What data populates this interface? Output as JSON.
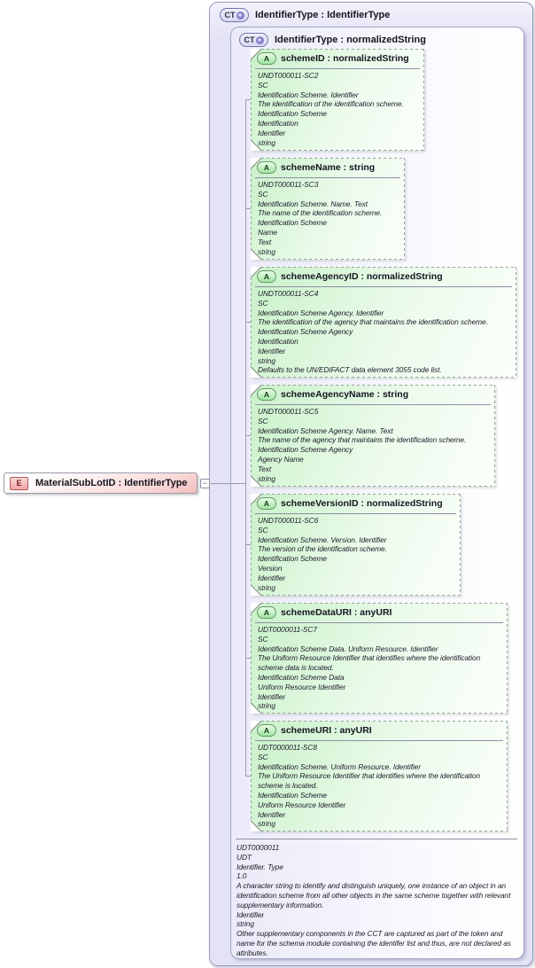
{
  "diagram": {
    "outer_type": {
      "badge": "CT",
      "expand_icon": "+",
      "title": "IdentifierType : IdentifierType"
    },
    "inner_type": {
      "badge": "CT",
      "expand_icon": "+",
      "title": "IdentifierType : normalizedString"
    },
    "element": {
      "badge": "E",
      "title": "MaterialSubLotID : IdentifierType",
      "collapse_icon": "−"
    },
    "attributes": [
      {
        "badge": "A",
        "title": "schemeID : normalizedString",
        "doc": "UNDT000011-SC2\nSC\nIdentification Scheme. Identifier\nThe identification of the identification scheme.\nIdentification Scheme\nIdentification\nIdentifier\nstring"
      },
      {
        "badge": "A",
        "title": "schemeName : string",
        "doc": "UNDT000011-SC3\nSC\nIdentification Scheme. Name. Text\nThe name of the identification scheme.\nIdentification Scheme\nName\nText\nstring"
      },
      {
        "badge": "A",
        "title": "schemeAgencyID : normalizedString",
        "doc": "UNDT000011-SC4\nSC\nIdentification Scheme Agency. Identifier\nThe identification of the agency that maintains the identification scheme.\nIdentification Scheme Agency\nIdentification\nIdentifier\nstring\nDefaults to the UN/EDIFACT data element 3055 code list."
      },
      {
        "badge": "A",
        "title": "schemeAgencyName : string",
        "doc": "UNDT000011-SC5\nSC\nIdentification Scheme Agency. Name. Text\nThe name of the agency that maintains the identification scheme.\nIdentification Scheme Agency\nAgency Name\nText\nstring"
      },
      {
        "badge": "A",
        "title": "schemeVersionID : normalizedString",
        "doc": "UNDT000011-SC6\nSC\nIdentification Scheme. Version. Identifier\nThe version of the identification scheme.\nIdentification Scheme\nVersion\nIdentifier\nstring"
      },
      {
        "badge": "A",
        "title": "schemeDataURI : anyURI",
        "doc": "UDT0000011-SC7\nSC\nIdentification Scheme Data. Uniform Resource. Identifier\nThe Uniform Resource Identifier that identifies where the identification scheme data is located.\nIdentification Scheme Data\nUniform Resource Identifier\nIdentifier\nstring"
      },
      {
        "badge": "A",
        "title": "schemeURI : anyURI",
        "doc": "UDT0000011-SC8\nSC\nIdentification Scheme. Uniform Resource. Identifier\nThe Uniform Resource Identifier that identifies where the identification scheme is located.\nIdentification Scheme\nUniform Resource Identifier\nIdentifier\nstring"
      }
    ],
    "footer_doc": "UDT0000011\nUDT\nIdentifier. Type\n1.0\nA character string to identify and distinguish uniquely, one instance of an object in an identification scheme from all other objects in the same scheme together with relevant supplementary information.\nIdentifier\nstring\nOther supplementary components in the CCT are captured as part of the token and name for the schema module containing the identifer list and thus, are not declared as attributes."
  },
  "colors": {
    "outer_container_fill": "#e3e3f5",
    "outer_container_border": "#9a9ac2",
    "inner_container_fill": "#ebebf9",
    "attribute_fill": "#c8f1c8",
    "attribute_border_dashed": "#9aa49a",
    "attribute_badge_fill": "#9fe49f",
    "complex_type_badge_fill": "#d6d6f0",
    "complex_type_plus": "#7f7fce",
    "element_badge_fill": "#f2a6a6",
    "element_box_fill": "#f3bebe",
    "connector_line": "#9a9ab4"
  }
}
